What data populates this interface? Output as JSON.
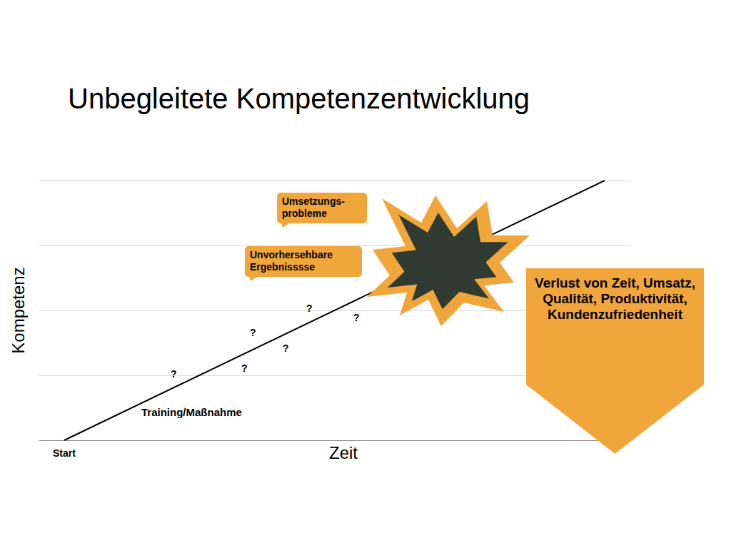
{
  "diagram": {
    "title": "Unbegleitete Kompetenzentwicklung",
    "nodes": [
      {
        "text": [
          "Umsetzungs- probleme"
        ]
      },
      {
        "text": [
          "Unvorhersehbare Ergebnisssse"
        ]
      },
      {
        "text": [
          "Verlust von Zeit, Umsatz, Qualität, Produktivität, Kundenzufriedenheit"
        ]
      }
    ],
    "labels": [
      "Kompetenz",
      "Zeit",
      "Start",
      "Training/Maßnahme",
      "?",
      "?",
      "?",
      "?",
      "?",
      "?"
    ]
  }
}
